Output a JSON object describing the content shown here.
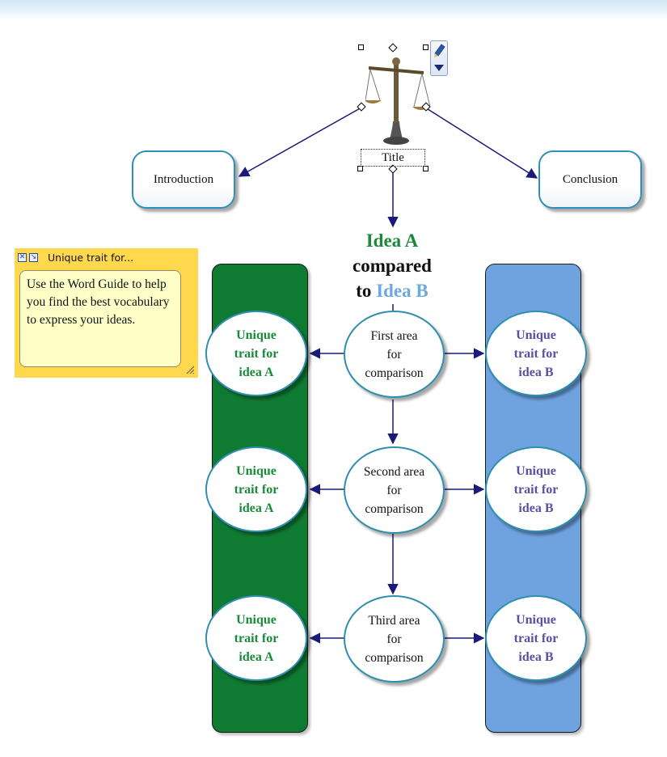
{
  "diagram": {
    "title_label": "Title",
    "introduction": "Introduction",
    "conclusion": "Conclusion",
    "heading": {
      "idea_a": "Idea A",
      "compared": "compared",
      "to": "to",
      "idea_b": "Idea B"
    },
    "rows": [
      {
        "left": "Unique\ntrait for\nidea A",
        "center": "First area\nfor\ncomparison",
        "right": "Unique\ntrait for\nidea B"
      },
      {
        "left": "Unique\ntrait for\nidea A",
        "center": "Second area\nfor\ncomparison",
        "right": "Unique\ntrait for\nidea B"
      },
      {
        "left": "Unique\ntrait for\nidea A",
        "center": "Third area\nfor\ncomparison",
        "right": "Unique\ntrait for\nidea B"
      }
    ],
    "column_a_color": "#0f7a32",
    "column_b_color": "#6fa3e0",
    "arrow_color": "#1a1a7a"
  },
  "note": {
    "title": "Unique trait for...",
    "text": "Use the Word Guide to help you find the best vocabulary to express your ideas.",
    "background": "#ffd84d"
  },
  "icons": {
    "main_symbol": "balance-scale-icon",
    "toolbar": "edit-pencil-icon"
  }
}
